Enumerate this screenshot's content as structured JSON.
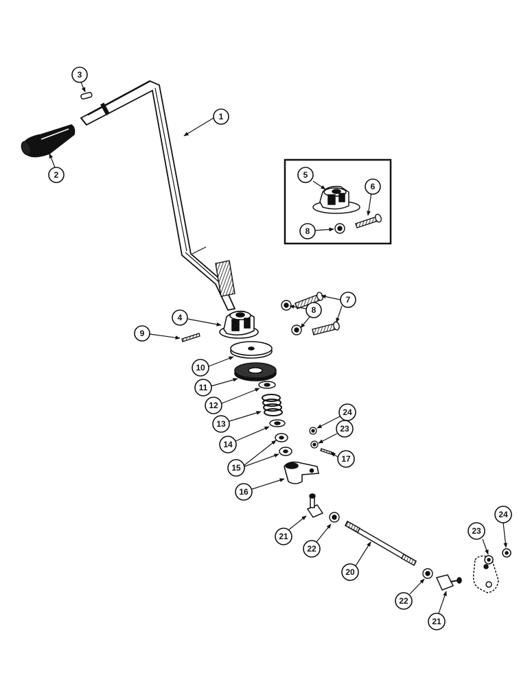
{
  "callouts": [
    {
      "id": "c1",
      "label": "1"
    },
    {
      "id": "c2",
      "label": "2"
    },
    {
      "id": "c3",
      "label": "3"
    },
    {
      "id": "c4",
      "label": "4"
    },
    {
      "id": "c5",
      "label": "5"
    },
    {
      "id": "c6",
      "label": "6"
    },
    {
      "id": "c7",
      "label": "7"
    },
    {
      "id": "c8a",
      "label": "8"
    },
    {
      "id": "c8b",
      "label": "8"
    },
    {
      "id": "c9",
      "label": "9"
    },
    {
      "id": "c10",
      "label": "10"
    },
    {
      "id": "c11",
      "label": "11"
    },
    {
      "id": "c12",
      "label": "12"
    },
    {
      "id": "c13",
      "label": "13"
    },
    {
      "id": "c14",
      "label": "14"
    },
    {
      "id": "c15",
      "label": "15"
    },
    {
      "id": "c16",
      "label": "16"
    },
    {
      "id": "c17",
      "label": "17"
    },
    {
      "id": "c20",
      "label": "20"
    },
    {
      "id": "c21a",
      "label": "21"
    },
    {
      "id": "c21b",
      "label": "21"
    },
    {
      "id": "c22a",
      "label": "22"
    },
    {
      "id": "c22b",
      "label": "22"
    },
    {
      "id": "c23a",
      "label": "23"
    },
    {
      "id": "c23b",
      "label": "23"
    },
    {
      "id": "c24a",
      "label": "24"
    },
    {
      "id": "c24b",
      "label": "24"
    }
  ]
}
